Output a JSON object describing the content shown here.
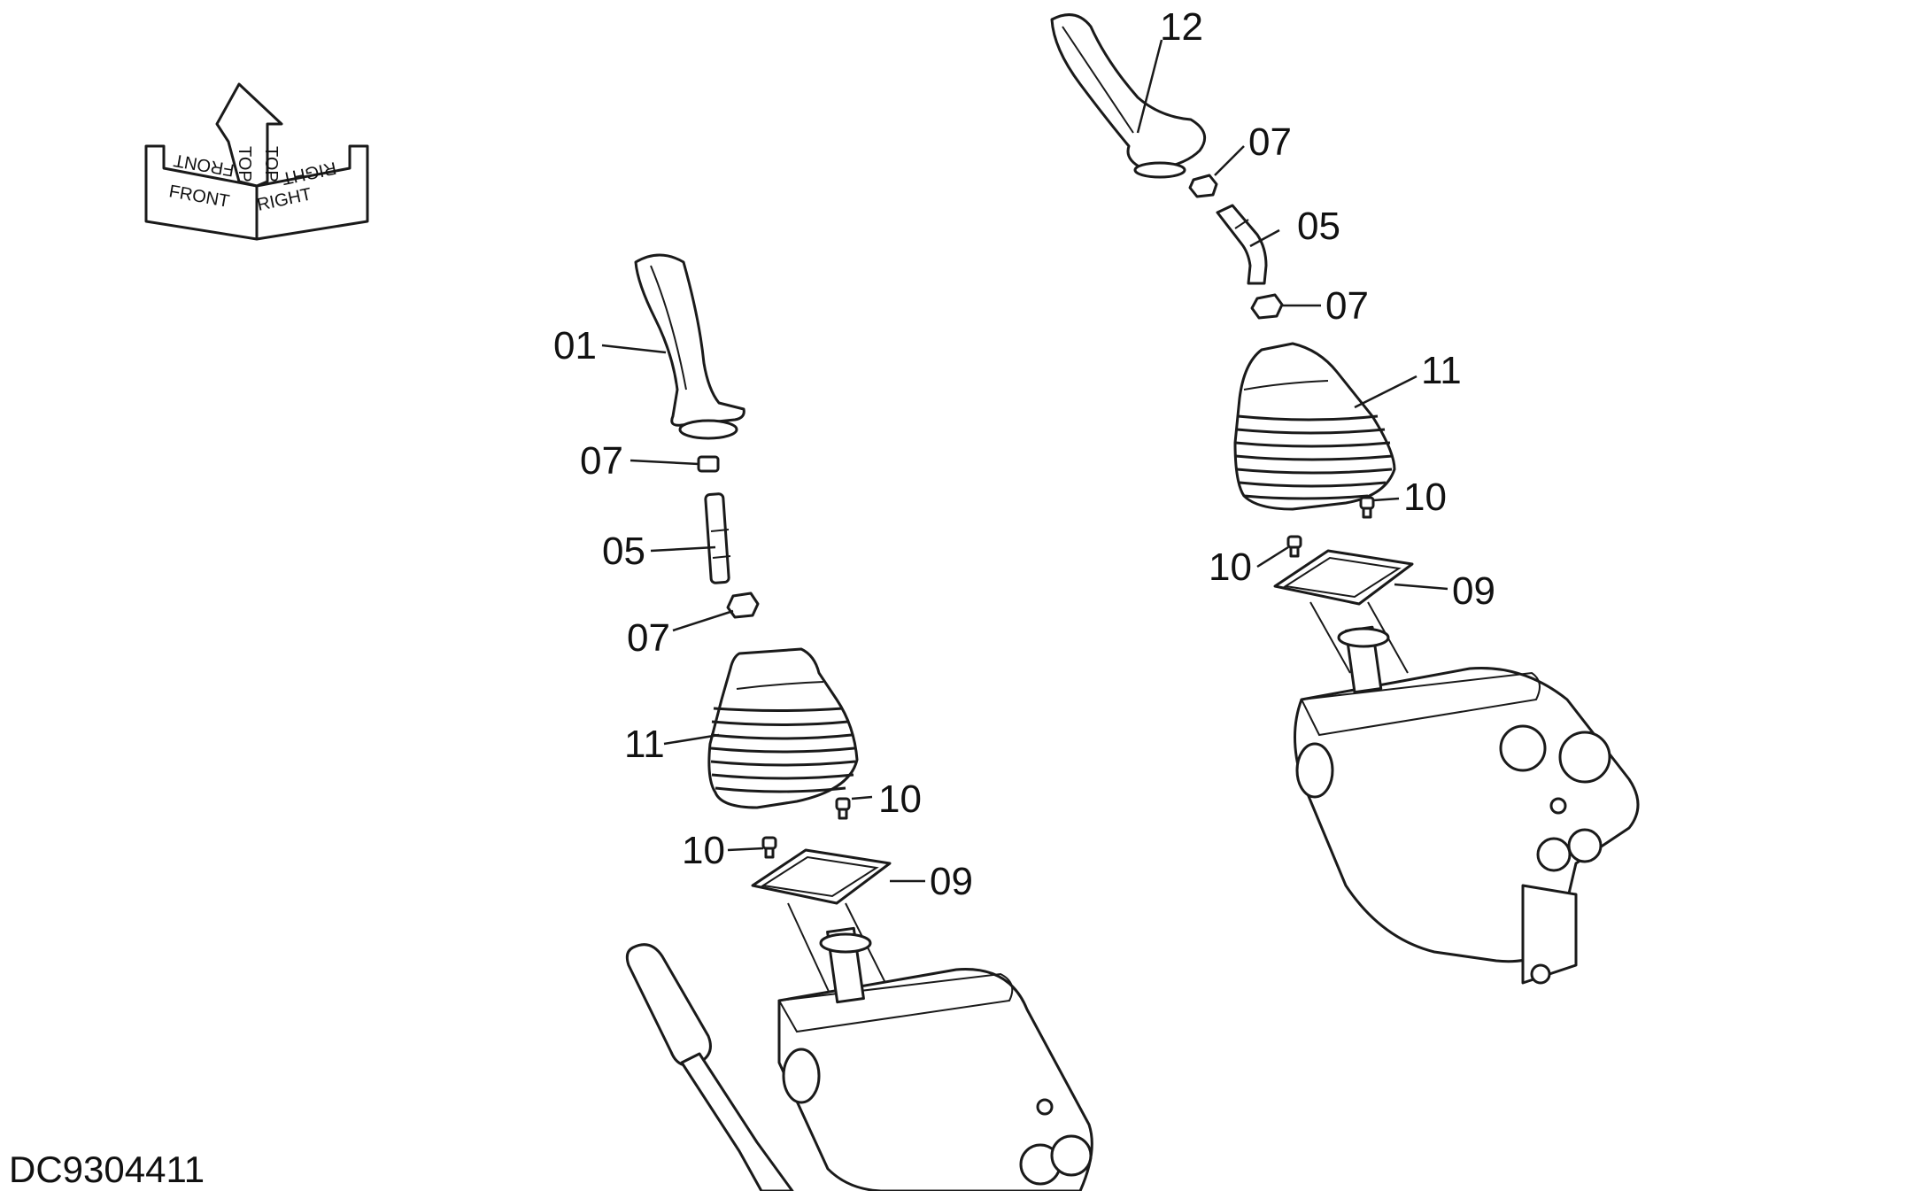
{
  "drawing_code": "DC9304411",
  "orientation": {
    "front": "FRONT",
    "top": "TOP",
    "right": "RIGHT"
  },
  "left_assembly": {
    "callouts": [
      "01",
      "07",
      "05",
      "07",
      "11",
      "10",
      "10",
      "09"
    ]
  },
  "right_assembly": {
    "callouts": [
      "12",
      "07",
      "05",
      "07",
      "11",
      "10",
      "10",
      "09"
    ]
  }
}
